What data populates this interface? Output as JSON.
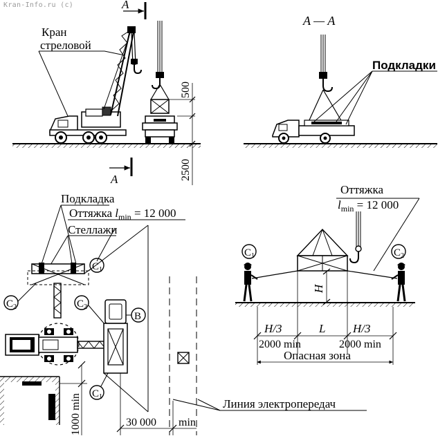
{
  "watermark": "Kran-Info.ru (c)",
  "top_left": {
    "section_marker_top": "A",
    "section_marker_bottom": "A",
    "crane_label_line1": "Кран",
    "crane_label_line2": "стреловой",
    "dim_500": "500",
    "dim_2500": "2500"
  },
  "top_right": {
    "section_title": "A — A",
    "pads_label": "Подкладки"
  },
  "bottom_left": {
    "pad_label": "Подкладка",
    "guy_label_prefix": "Оттяжка ",
    "guy_l": "l",
    "guy_sub": "min",
    "guy_value": " = 12 000",
    "racks_label": "Стеллажи",
    "c1": "C",
    "c1_sub": "1",
    "c2": "C",
    "c2_sub": "2",
    "b": "B",
    "dim_1000": "1000 min",
    "dim_30000": "30 000",
    "dim_min": "min",
    "power_line_label": "Линия электропередач"
  },
  "bottom_right": {
    "guy_label": "Оттяжка",
    "guy_l": "l",
    "guy_sub": "min",
    "guy_value": " = 12 000",
    "c1": "C",
    "c1_sub": "1",
    "c2": "C",
    "c2_sub": "2",
    "h": "H",
    "h3_left": "H/3",
    "l": "L",
    "h3_right": "H/3",
    "min_left": "2000 min",
    "min_right": "2000 min",
    "danger_zone": "Опасная зона"
  }
}
